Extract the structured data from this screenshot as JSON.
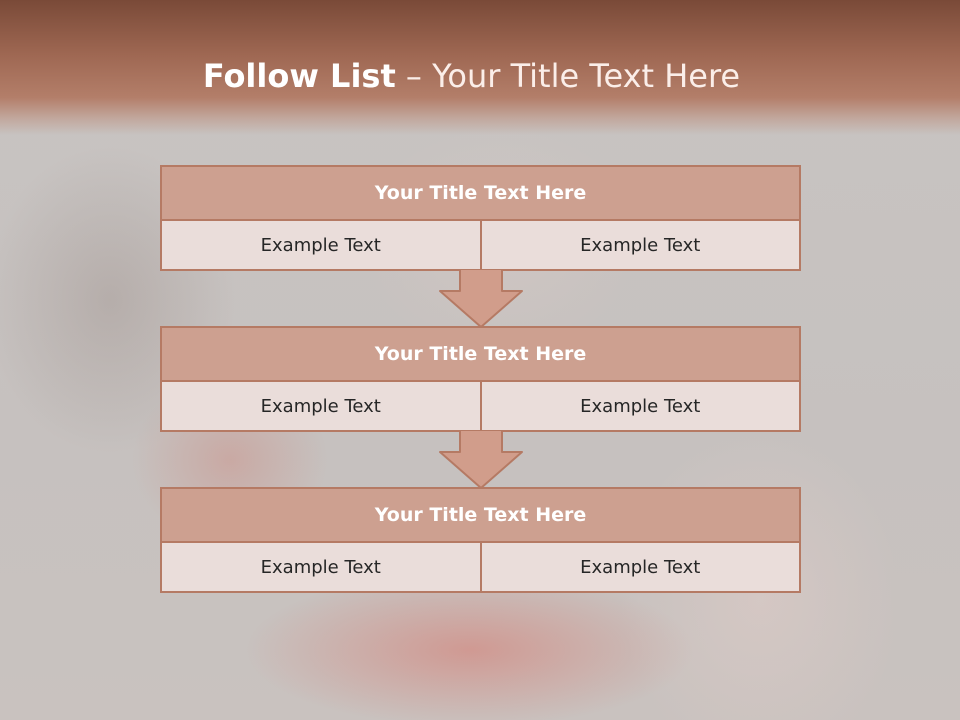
{
  "slide": {
    "title_bold": "Follow List",
    "title_rest": " – Your Title Text Here"
  },
  "blocks": [
    {
      "title": "Your Title Text Here",
      "left": "Example Text",
      "right": "Example Text"
    },
    {
      "title": "Your Title Text Here",
      "left": "Example Text",
      "right": "Example Text"
    },
    {
      "title": "Your Title Text Here",
      "left": "Example Text",
      "right": "Example Text"
    }
  ],
  "colors": {
    "header": "#9e6752",
    "title_fill": "#cda090",
    "cell_fill": "#eaddda",
    "border": "#b57a64"
  }
}
